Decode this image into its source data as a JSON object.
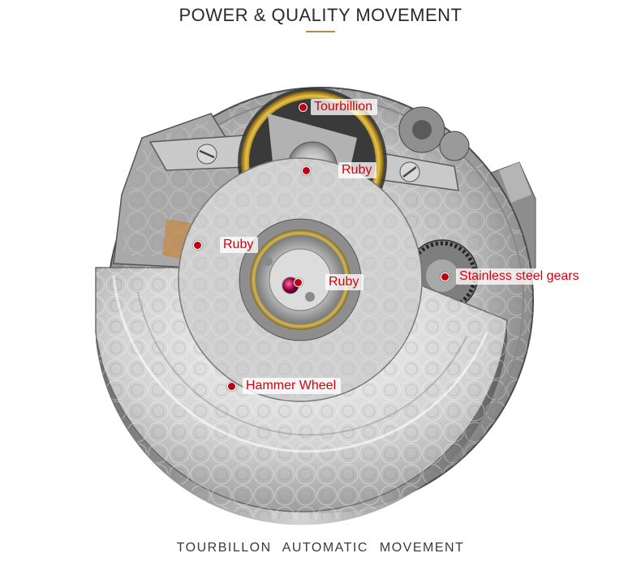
{
  "header": {
    "title": "POWER & QUALITY MOVEMENT"
  },
  "footer": {
    "caption": "TOURBILLON  AUTOMATIC MOVEMENT"
  },
  "callouts": {
    "tourbillion": "Tourbillion",
    "ruby_top": "Ruby",
    "ruby_left": "Ruby",
    "ruby_center": "Ruby",
    "stainless_gears": "Stainless steel gears",
    "hammer_wheel": "Hammer Wheel"
  },
  "colors": {
    "accent_underline": "#b08a4a",
    "callout_text": "#d8000c",
    "callout_dot": "#c00010",
    "gold_balance": "#c9a227"
  }
}
